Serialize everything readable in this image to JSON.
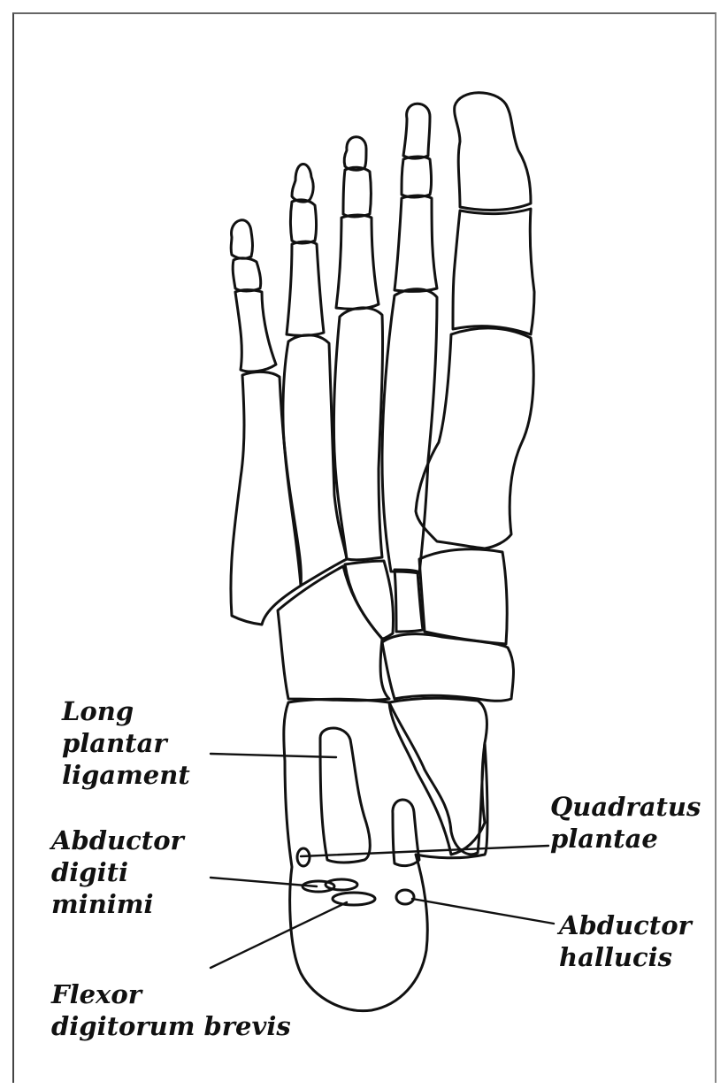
{
  "labels": {
    "long_plantar_ligament": [
      "Long",
      "plantar",
      "ligament"
    ],
    "abductor_digiti_minimi": [
      "Abductor",
      "digiti",
      "minimi"
    ],
    "flexor_digitorum_brevis": [
      "Flexor",
      "digitorum brevis"
    ],
    "quadratus_plantae": [
      "Quadratus",
      "plantae"
    ],
    "abductor_hallucis": [
      "Abductor",
      "hallucis"
    ]
  },
  "colors": {
    "line": "#111111",
    "background": "#ffffff"
  }
}
